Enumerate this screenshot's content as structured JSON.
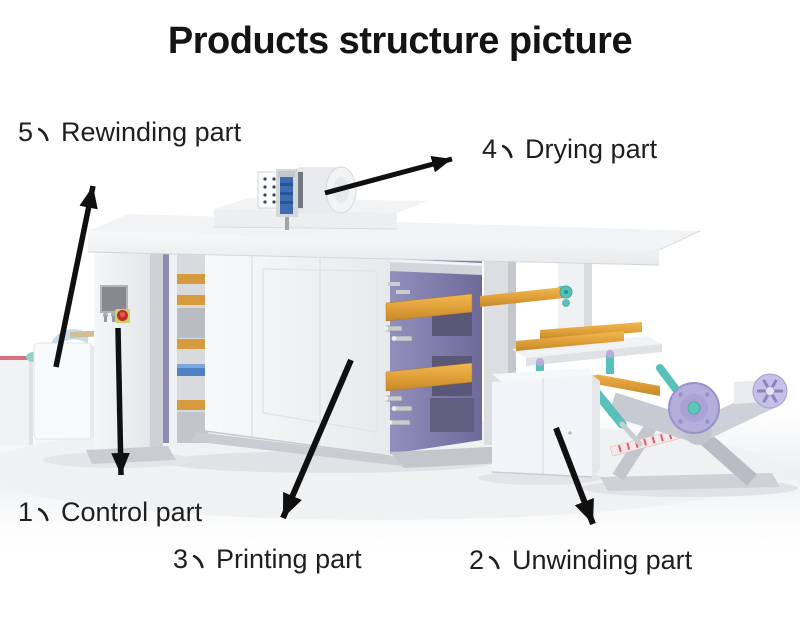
{
  "title": "Products structure picture",
  "labels": {
    "control": {
      "number": "1",
      "separator": "、",
      "name": "Control part"
    },
    "unwinding": {
      "number": "2",
      "separator": "、",
      "name": "Unwinding part"
    },
    "printing": {
      "number": "3",
      "separator": "、",
      "name": "Printing part"
    },
    "drying": {
      "number": "4",
      "separator": "、",
      "name": "Drying part"
    },
    "rewinding": {
      "number": "5",
      "separator": "、",
      "name": "Rewinding part"
    }
  },
  "colors": {
    "arrow": "#111111",
    "label_text": "#1f1f1f",
    "machine_body": "#f2f3f5",
    "printing_panel_purple": "#8e8ab6",
    "roller_orange": "#e0a33f",
    "pneumatic_teal": "#57c2ba",
    "disc_lavender": "#b5addc",
    "dryer_blue": "#3c6cb2",
    "estop_red": "#c22823",
    "rewinder_red_edge": "#d9707e"
  }
}
